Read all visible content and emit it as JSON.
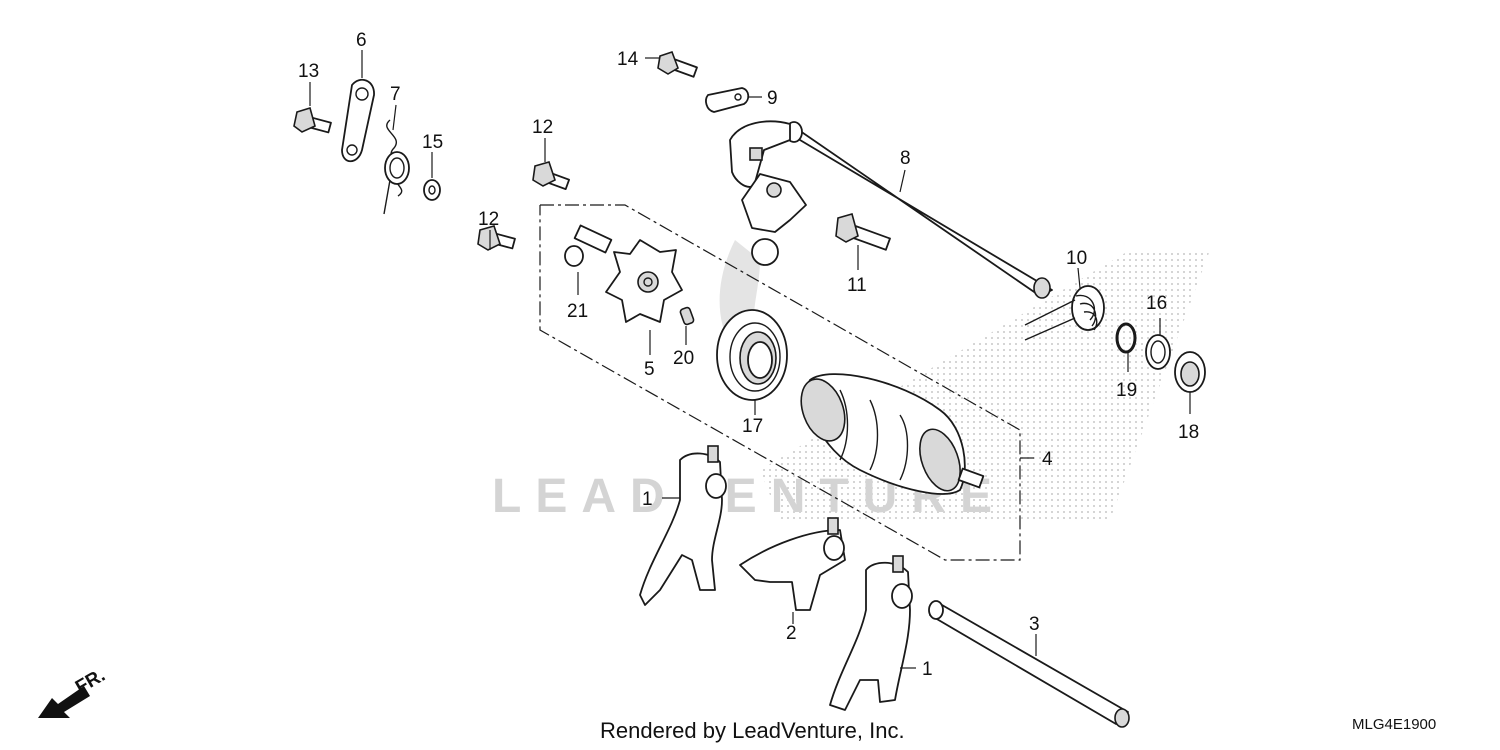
{
  "watermark": "LEADVENTURE",
  "credit": "Rendered by LeadVenture, Inc.",
  "diagram_code": "MLG4E1900",
  "direction_label": "FR.",
  "callouts": [
    "1",
    "1",
    "2",
    "3",
    "4",
    "5",
    "6",
    "7",
    "8",
    "9",
    "10",
    "11",
    "12",
    "12",
    "13",
    "14",
    "15",
    "16",
    "17",
    "18",
    "19",
    "20",
    "21"
  ]
}
